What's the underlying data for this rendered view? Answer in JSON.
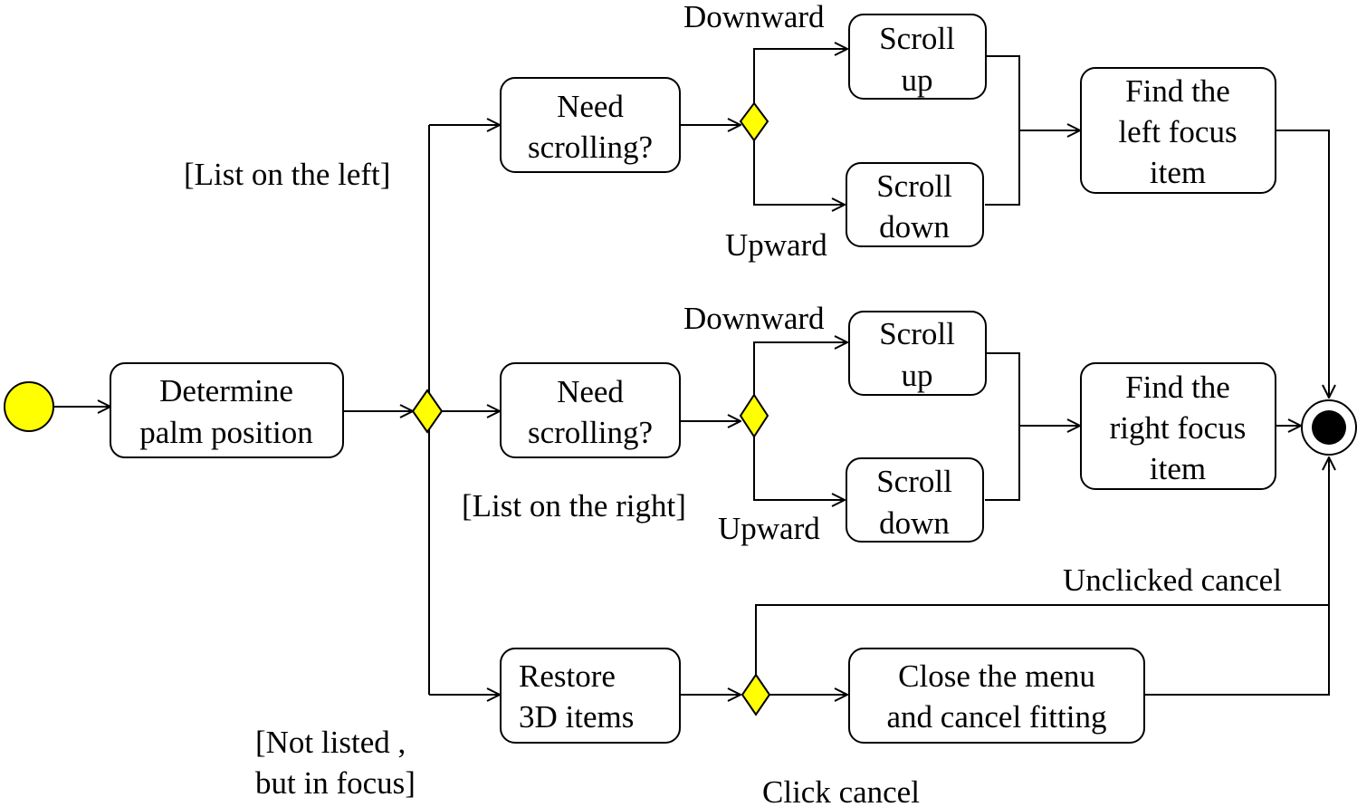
{
  "colors": {
    "decision": "#ffff00",
    "start": "#ffff00",
    "end": "#000000",
    "line": "#000000",
    "background": "#ffffff"
  },
  "nodes": {
    "determine": [
      "Determine",
      "palm position"
    ],
    "need_left": [
      "Need",
      "scrolling?"
    ],
    "need_right": [
      "Need",
      "scrolling?"
    ],
    "restore": [
      "Restore",
      "3D items"
    ],
    "scroll_up_left": [
      "Scroll",
      "up"
    ],
    "scroll_down_left": [
      "Scroll",
      "down"
    ],
    "scroll_up_right": [
      "Scroll",
      "up"
    ],
    "scroll_down_right": [
      "Scroll",
      "down"
    ],
    "find_left": [
      "Find the",
      "left focus",
      "item"
    ],
    "find_right": [
      "Find the",
      "right focus",
      "item"
    ],
    "close_menu": [
      "Close the menu",
      "and cancel fitting"
    ]
  },
  "labels": {
    "list_left": "[List on the left]",
    "list_right": "[List on the right]",
    "not_listed": [
      "[Not listed ,",
      "but in focus]"
    ],
    "downward_top": "Downward",
    "upward_top": "Upward",
    "downward_mid": "Downward",
    "upward_mid": "Upward",
    "unclicked_cancel": "Unclicked cancel",
    "click_cancel": "Click cancel"
  }
}
